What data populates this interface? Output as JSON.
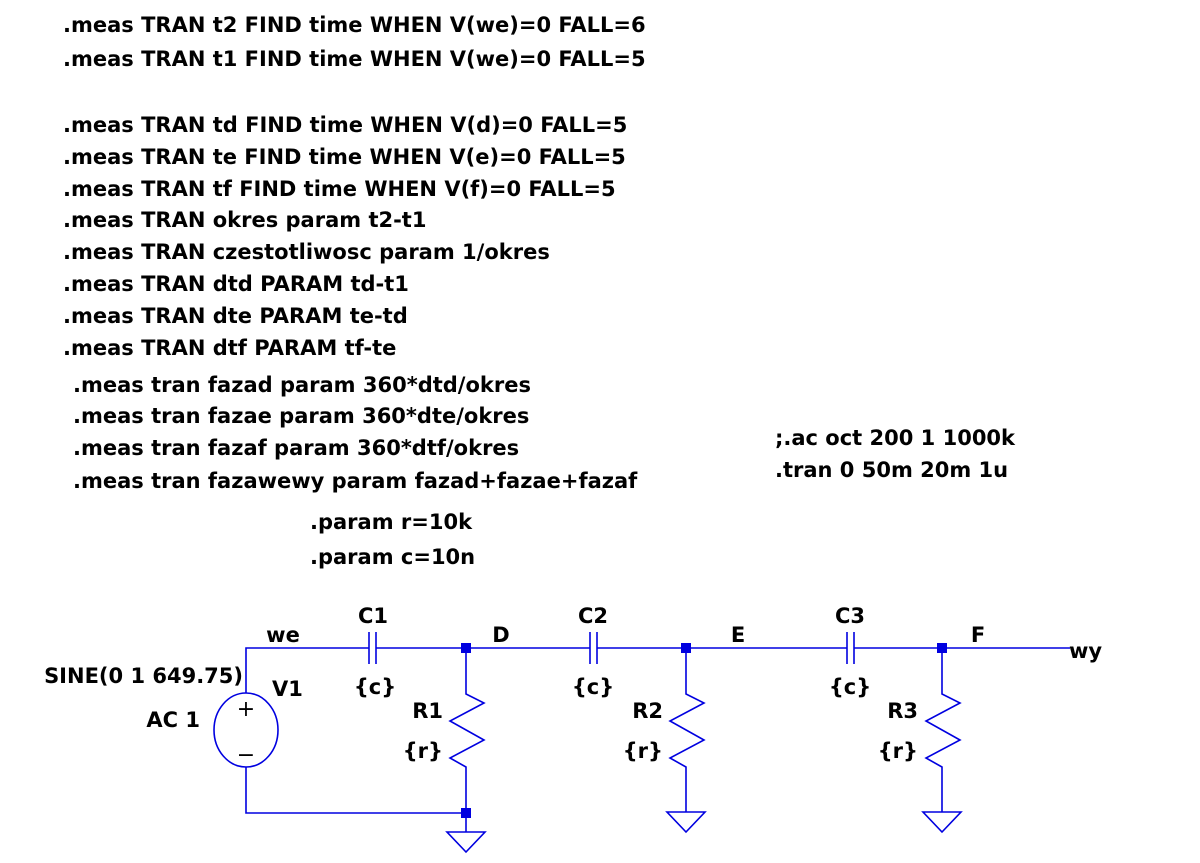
{
  "directives": {
    "meas_group1": [
      ".meas TRAN t2 FIND time WHEN V(we)=0 FALL=6",
      ".meas TRAN t1 FIND time WHEN V(we)=0 FALL=5"
    ],
    "meas_group2": [
      ".meas TRAN td FIND time WHEN V(d)=0 FALL=5",
      ".meas TRAN te FIND time WHEN V(e)=0 FALL=5",
      ".meas TRAN tf FIND time WHEN V(f)=0 FALL=5",
      ".meas TRAN okres param  t2-t1",
      ".meas TRAN czestotliwosc param 1/okres",
      ".meas TRAN dtd PARAM td-t1",
      ".meas TRAN dte PARAM te-td",
      ".meas TRAN dtf PARAM tf-te"
    ],
    "meas_group3": [
      ".meas tran fazad param 360*dtd/okres",
      ".meas tran fazae param 360*dte/okres",
      ".meas tran fazaf param 360*dtf/okres",
      ".meas tran fazawewy param fazad+fazae+fazaf"
    ],
    "analysis": [
      ";.ac oct 200 1 1000k",
      ".tran 0 50m 20m 1u"
    ],
    "params": [
      ".param r=10k",
      ".param c=10n"
    ]
  },
  "circuit": {
    "wire_color": "#0000e0",
    "nets": {
      "we": "we",
      "d": "D",
      "e": "E",
      "f": "F",
      "wy": "wy"
    },
    "source": {
      "name": "V1",
      "value": "SINE(0 1 649.75)",
      "ac": "AC 1",
      "plus": "+",
      "minus": "−"
    },
    "capacitors": [
      {
        "name": "C1",
        "value": "{c}"
      },
      {
        "name": "C2",
        "value": "{c}"
      },
      {
        "name": "C3",
        "value": "{c}"
      }
    ],
    "resistors": [
      {
        "name": "R1",
        "value": "{r}"
      },
      {
        "name": "R2",
        "value": "{r}"
      },
      {
        "name": "R3",
        "value": "{r}"
      }
    ]
  }
}
